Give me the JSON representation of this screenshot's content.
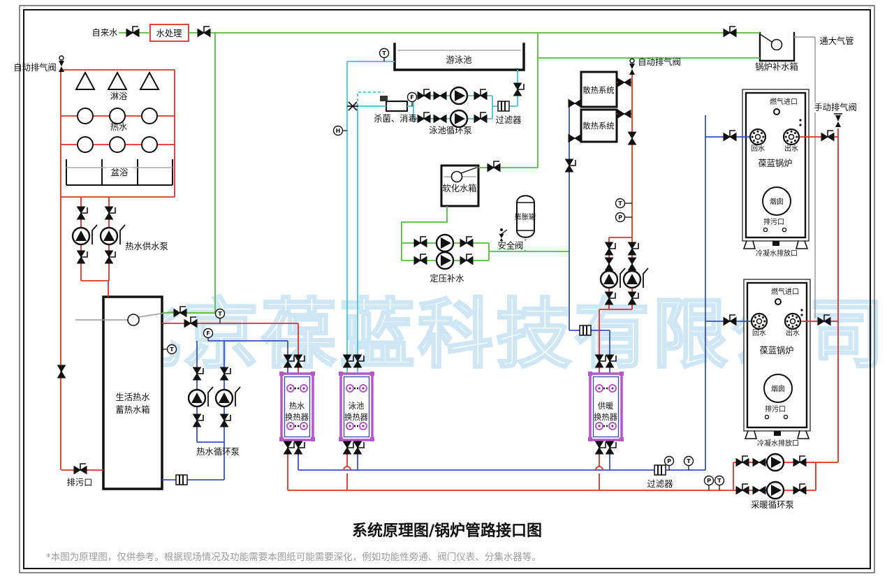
{
  "watermark": "北京葆蓝科技有限公司",
  "title": "系统原理图/锅炉管路接口图",
  "footnote": "*本图为原理图，仅供参考。根据现场情况及功能需要本图纸可能需要深化，例如功能性旁通、阀门仪表、分集水器等。",
  "labels": {
    "tap_water": "自来水",
    "water_treatment": "水处理",
    "auto_vent": "自动排气阀",
    "shower": "淋浴",
    "hot_water": "热水",
    "bath": "盆浴",
    "hw_supply_pump": "热水供水泵",
    "pool": "游泳池",
    "sterilize": "杀菌、消毒",
    "pool_pump": "泳池循环泵",
    "filter": "过滤器",
    "soft_tank": "软化水箱",
    "expansion_tank": "膨胀罐",
    "safety_valve": "安全阀",
    "pressure_makeup": "定压补水",
    "radiator_system": "散热系统",
    "boiler_makeup_tank": "锅炉补水箱",
    "atmos_pipe": "通大气管",
    "manual_vent": "手动排气阀",
    "gas_inlet": "燃气进口",
    "return_water": "回水",
    "supply_water": "出水",
    "boiler_name": "葆蓝锅炉",
    "chimney": "烟囱",
    "blowdown": "排污口",
    "condensate_outlet": "冷凝水排放口",
    "dhw_tank_line1": "生活热水",
    "dhw_tank_line2": "蓄热水箱",
    "hw_circ_pump": "热水循环泵",
    "hx_hot_water": "热水",
    "hx_pool": "泳池",
    "hx_heating": "供暖",
    "hx_suffix": "换热器",
    "heating_circ_pump": "采暖循环泵"
  },
  "gauges": {
    "T": "T",
    "P": "P",
    "F": "F",
    "H": "H"
  },
  "colors": {
    "pipe_hot": "#e03127",
    "pipe_return": "#3a4fc6",
    "pipe_treated": "#58bb3c",
    "pipe_pool": "#46c2d8",
    "pipe_vent": "#999999",
    "exchanger_border": "#b557c8",
    "treatment_box": "#e03127",
    "watermark_stroke": "#cfe7f5"
  }
}
